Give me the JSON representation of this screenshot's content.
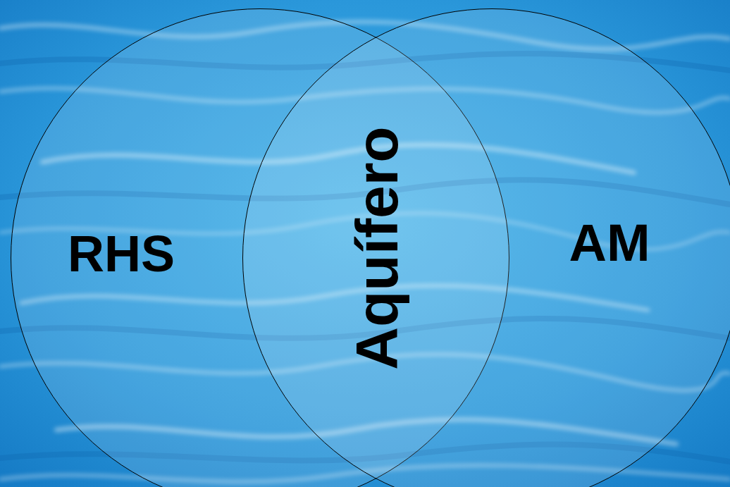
{
  "diagram": {
    "nodes": [
      {
        "text": [
          "RHS"
        ]
      },
      {
        "text": [
          "AM"
        ]
      }
    ],
    "labels": [
      "Aquífero"
    ]
  }
}
